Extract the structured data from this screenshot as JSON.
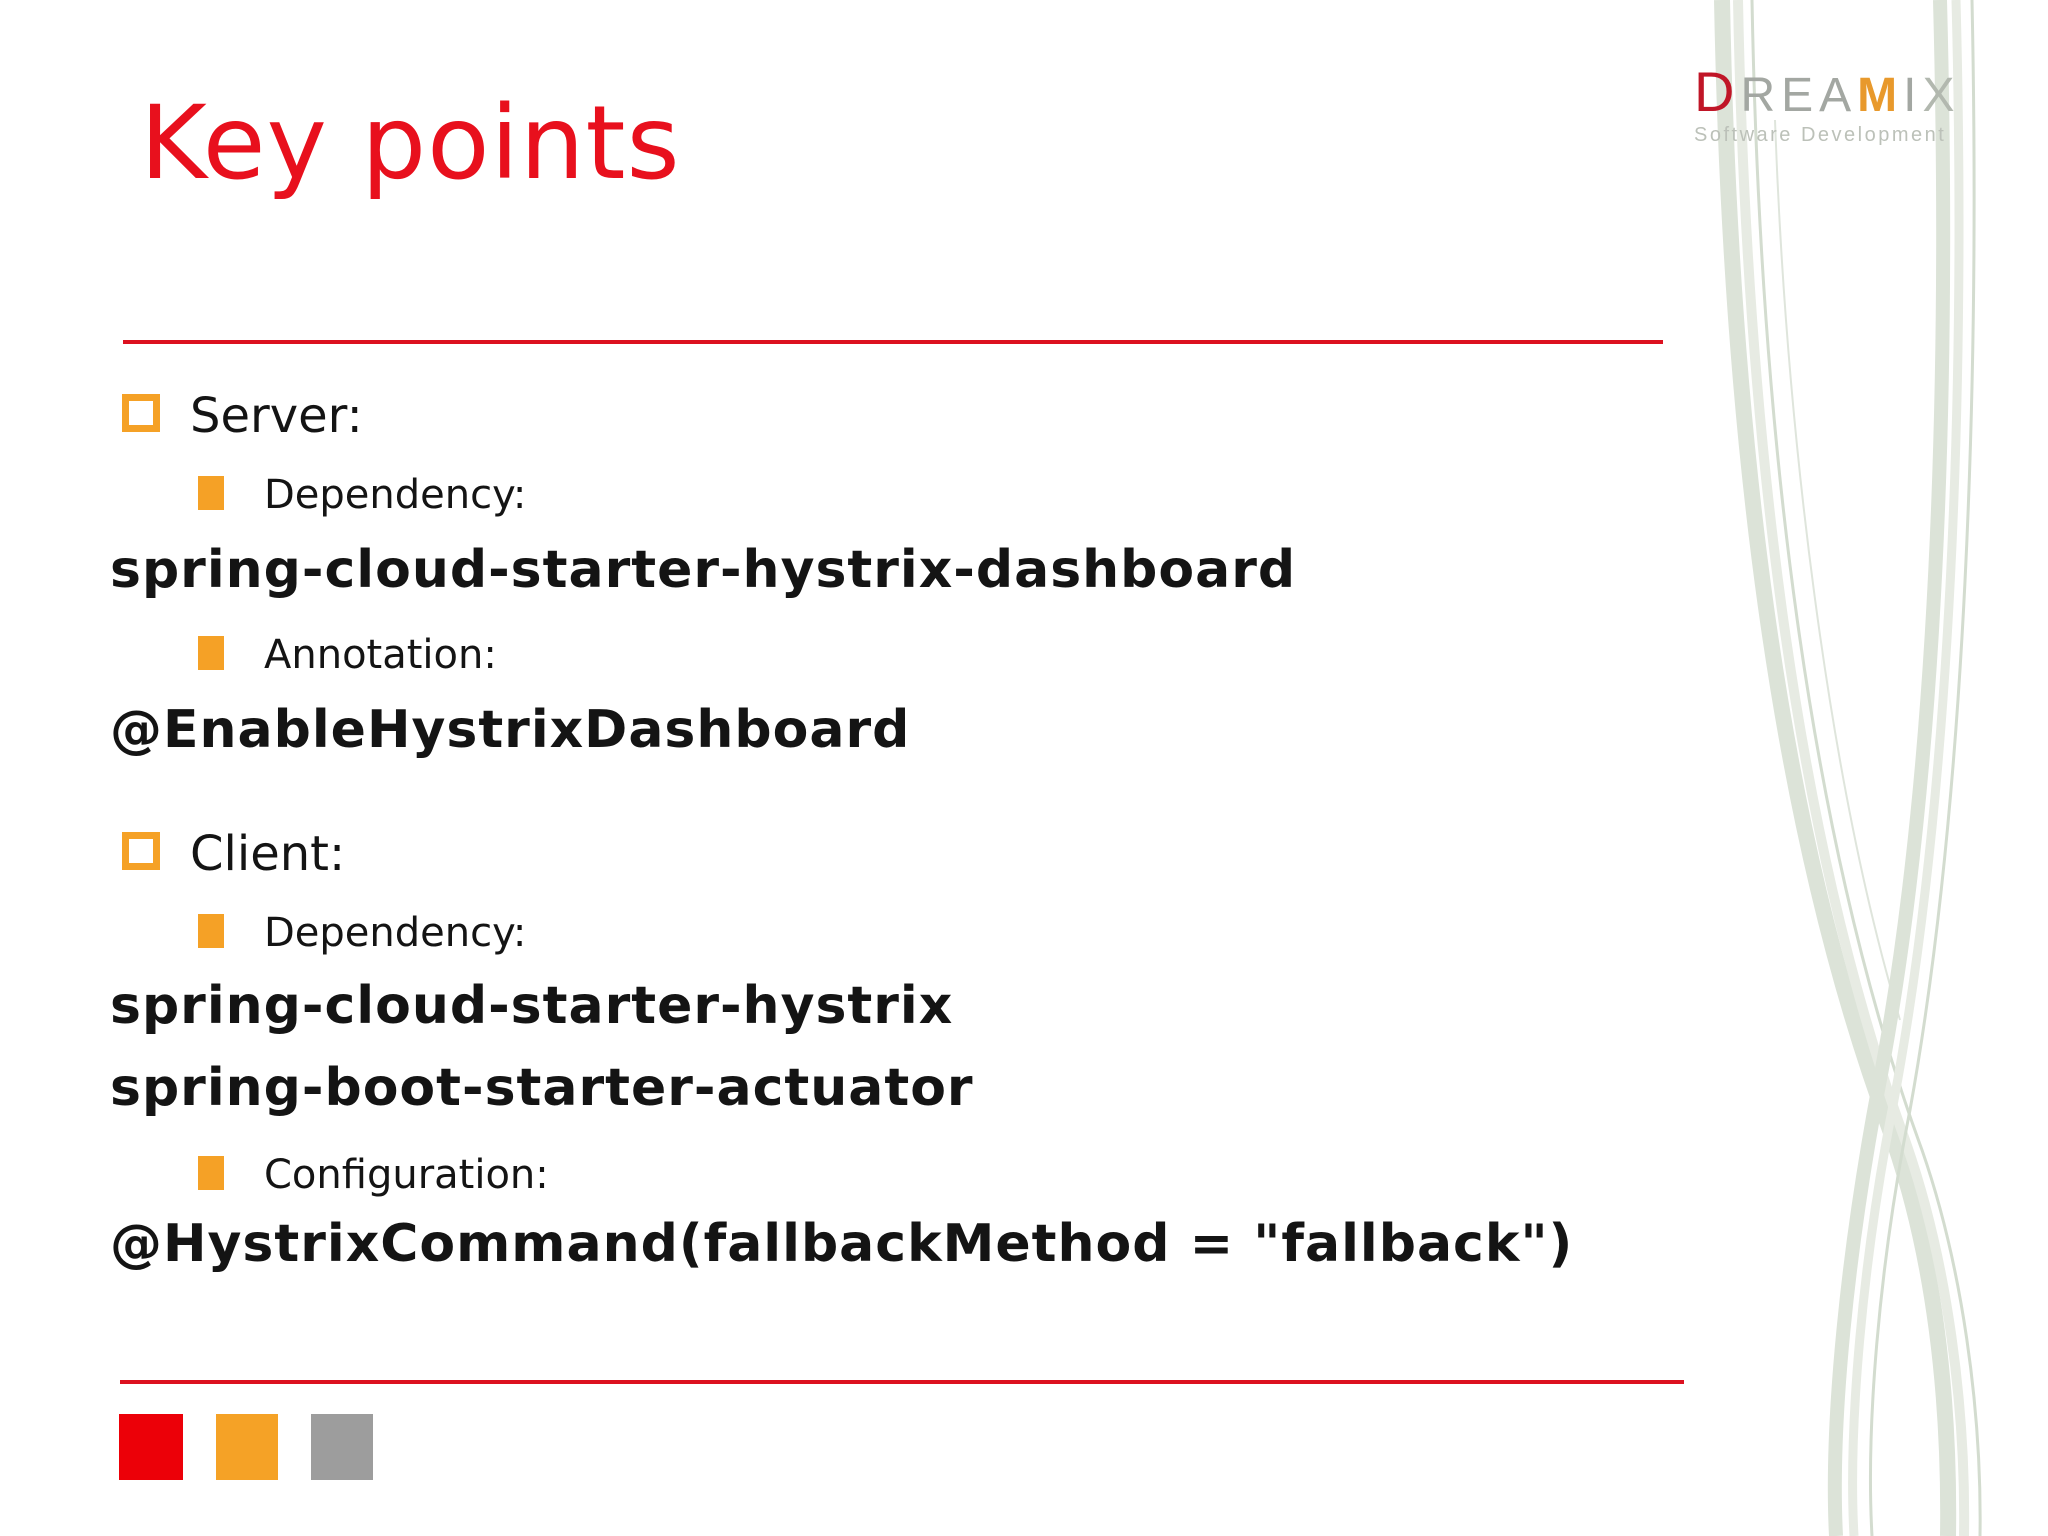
{
  "slide": {
    "title": "Key points",
    "logo": {
      "d": "D",
      "rea": "REA",
      "m": "M",
      "i": "I",
      "x": "X",
      "subtitle": "Software Development"
    },
    "content": {
      "items": [
        {
          "type": "bullet-level-1",
          "bullet": "hollow-orange-square",
          "label": "Server:"
        },
        {
          "type": "bullet-level-2",
          "bullet": "filled-orange-square",
          "label": "Dependency:"
        },
        {
          "type": "code-line",
          "label": "spring-cloud-starter-hystrix-dashboard"
        },
        {
          "type": "bullet-level-2",
          "bullet": "filled-orange-square",
          "label": "Annotation:"
        },
        {
          "type": "code-line",
          "label": "@EnableHystrixDashboard"
        },
        {
          "type": "bullet-level-1",
          "bullet": "hollow-orange-square",
          "label": "Client:"
        },
        {
          "type": "bullet-level-2",
          "bullet": "filled-orange-square",
          "label": "Dependency:"
        },
        {
          "type": "code-line",
          "label": "spring-cloud-starter-hystrix"
        },
        {
          "type": "code-line",
          "label": "spring-boot-starter-actuator"
        },
        {
          "type": "bullet-level-2",
          "bullet": "filled-orange-square",
          "label": "Configuration:"
        },
        {
          "type": "code-line",
          "label": "@HystrixCommand(fallbackMethod = \"fallback\")"
        }
      ]
    },
    "footer": {
      "squares": [
        "red",
        "orange",
        "gray"
      ]
    },
    "colors": {
      "title_red": "#e8101d",
      "divider_red": "#dc1120",
      "bullet_orange": "#f5a126",
      "footer_square_red": "#ec0008",
      "footer_square_orange": "#f5a226",
      "footer_square_gray": "#9d9d9d",
      "logo_d_red": "#c01527",
      "logo_gray": "#a3a7a2",
      "logo_m_orange": "#e8992c",
      "text_black": "#141414"
    }
  }
}
